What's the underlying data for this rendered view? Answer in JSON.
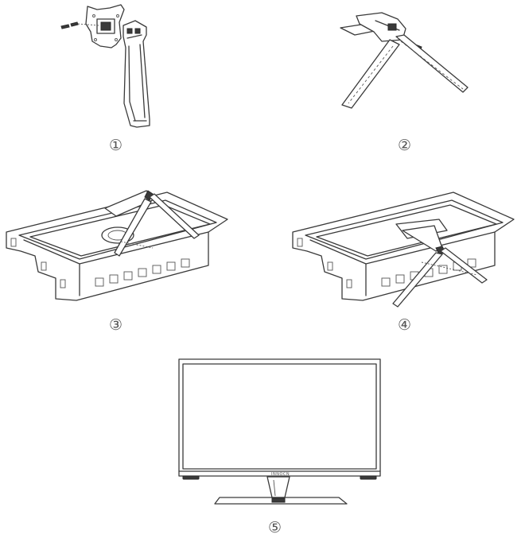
{
  "steps": [
    {
      "label": "①"
    },
    {
      "label": "②"
    },
    {
      "label": "③"
    },
    {
      "label": "④"
    },
    {
      "label": "⑤"
    }
  ],
  "monitor": {
    "brand": "INNOCN"
  }
}
